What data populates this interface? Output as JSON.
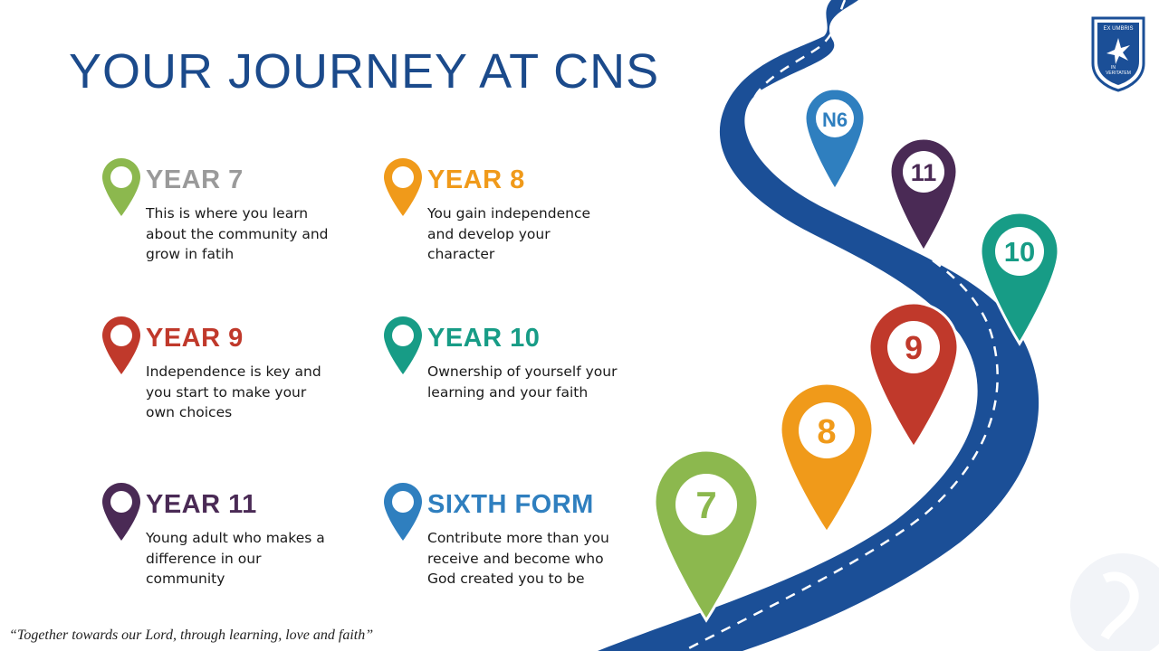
{
  "title": "YOUR JOURNEY AT CNS",
  "stages": [
    {
      "heading": "YEAR 7",
      "body": "This is where you learn about the community and grow in fatih",
      "color": "#8cb84e",
      "heading_color": "#9a9a9a"
    },
    {
      "heading": "YEAR 8",
      "body": "You gain independence and develop your character",
      "color": "#f09a1a",
      "heading_color": "#f09a1a"
    },
    {
      "heading": "YEAR 9",
      "body": "Independence is key and you start to make your own choices",
      "color": "#c0392b",
      "heading_color": "#c0392b"
    },
    {
      "heading": "YEAR 10",
      "body": "Ownership of yourself your learning and your faith",
      "color": "#179c86",
      "heading_color": "#179c86"
    },
    {
      "heading": "YEAR 11",
      "body": "Young adult who makes a difference in our community",
      "color": "#4a2a55",
      "heading_color": "#4a2a55"
    },
    {
      "heading": "SIXTH FORM",
      "body": "Contribute more than you receive and become who God created you to be",
      "color": "#2f7fbf",
      "heading_color": "#2f7fbf"
    }
  ],
  "road_markers": [
    {
      "label": "N6",
      "color": "#2f7fbf"
    },
    {
      "label": "11",
      "color": "#4a2a55"
    },
    {
      "label": "10",
      "color": "#179c86"
    },
    {
      "label": "9",
      "color": "#c0392b"
    },
    {
      "label": "8",
      "color": "#f09a1a"
    },
    {
      "label": "7",
      "color": "#8cb84e"
    }
  ],
  "crest": {
    "top_text": "EX UMBRIS",
    "bottom_text_1": "IN",
    "bottom_text_2": "VERITATEM"
  },
  "motto": "“Together towards our Lord, through learning, love and faith”",
  "colors": {
    "title": "#1b4a8b",
    "road": "#1b4f97",
    "road_line": "#ffffff"
  }
}
